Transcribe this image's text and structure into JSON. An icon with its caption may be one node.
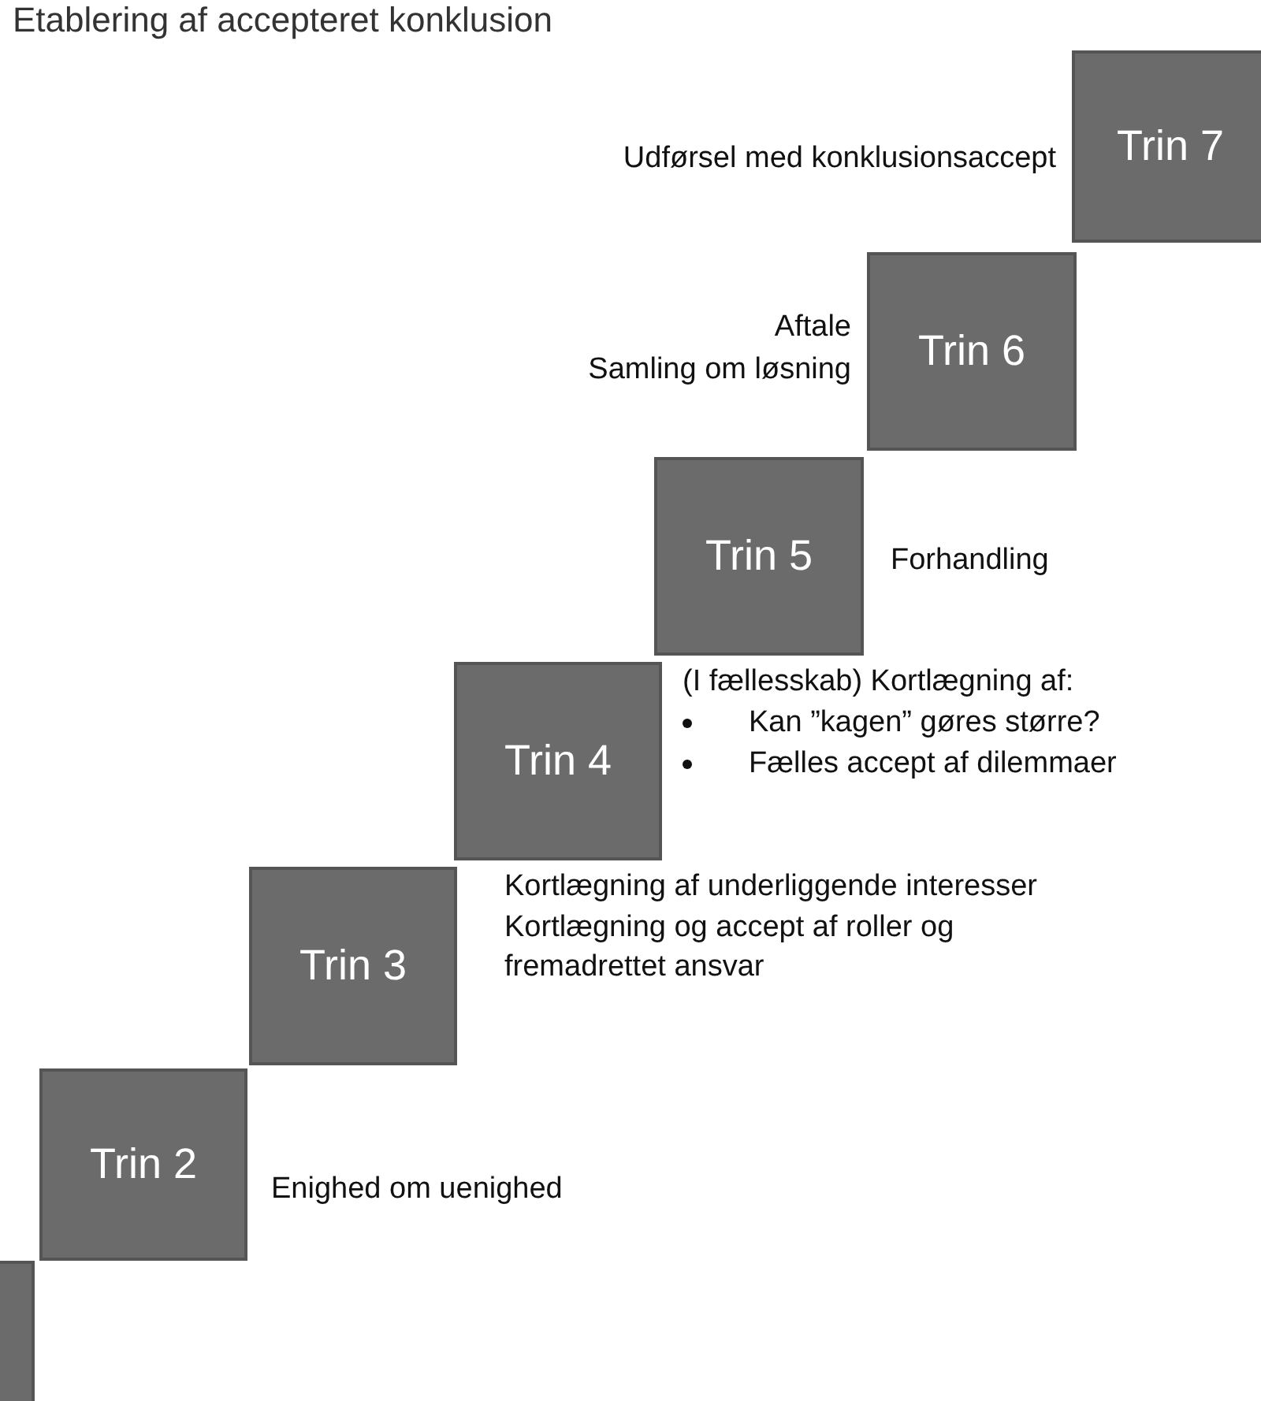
{
  "diagram": {
    "title": "Etablering af accepteret konklusion",
    "nodes": [
      {
        "text": [
          "Trin 7"
        ],
        "beside": [
          "Udførsel med konklusionsaccept"
        ]
      },
      {
        "text": [
          "Trin 6"
        ],
        "beside": [
          "Aftale",
          "Samling om løsning"
        ]
      },
      {
        "text": [
          "Trin 5"
        ],
        "beside": [
          "Forhandling"
        ]
      },
      {
        "text": [
          "Trin 4"
        ],
        "beside": [
          "(I fællesskab) Kortlægning af:",
          "Kan ”kagen” gøres større?",
          "Fælles accept af dilemmaer"
        ]
      },
      {
        "text": [
          "Trin 3"
        ],
        "beside": [
          "Kortlægning af underliggende interesser",
          "Kortlægning og accept af roller og fremadrettet ansvar"
        ]
      },
      {
        "text": [
          "Trin 2"
        ],
        "beside": [
          "Enighed om uenighed"
        ]
      },
      {
        "text": [],
        "shape": "box"
      }
    ]
  }
}
